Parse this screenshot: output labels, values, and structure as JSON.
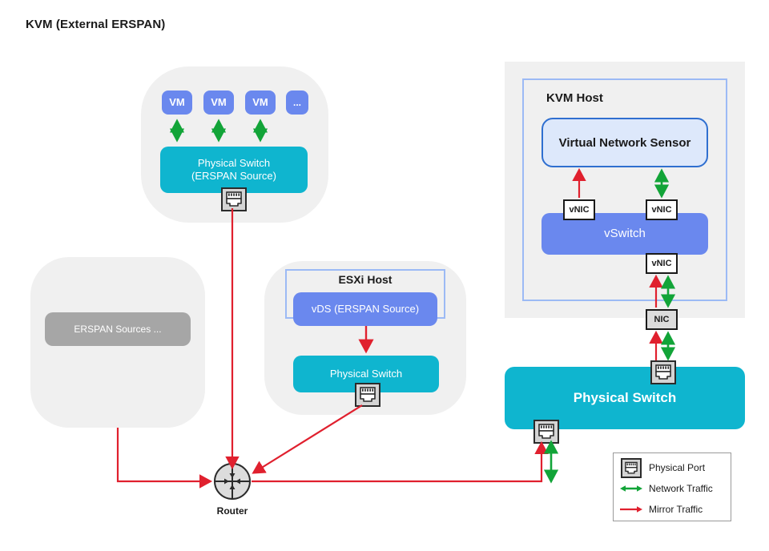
{
  "title": "KVM (External ERSPAN)",
  "colors": {
    "cyan": "#0fb5cf",
    "blue": "#6a88ee",
    "grey_node": "#a6a6a6",
    "panel_grey": "#f0f0f0",
    "sensor_fill": "#dde8fb",
    "sensor_border": "#2f6fd0",
    "host_border": "#9cbaf5",
    "network_traffic_green": "#12a438",
    "mirror_traffic_red": "#e0202e",
    "port_fill": "#d4d4d4",
    "port_border": "#2b2b2b"
  },
  "kvm_group": {
    "vms": [
      {
        "label": "VM"
      },
      {
        "label": "VM"
      },
      {
        "label": "VM"
      },
      {
        "label": "..."
      }
    ],
    "switch": {
      "line1": "Physical Switch",
      "line2": "(ERSPAN Source)"
    },
    "port_name": "physical-port"
  },
  "erspan_group": {
    "box_label": "ERSPAN Sources ..."
  },
  "esxi_group": {
    "host_label": "ESXi Host",
    "vds_label": "vDS (ERSPAN Source)",
    "switch_label": "Physical Switch",
    "port_name": "physical-port"
  },
  "kvm_host": {
    "host_label": "KVM Host",
    "sensor_label": "Virtual Network Sensor",
    "vswitch_label": "vSwitch",
    "vnic_left_label": "vNIC",
    "vnic_right_label": "vNIC",
    "vnic_bottom_label": "vNIC",
    "nic_label": "NIC"
  },
  "bottom_switch": {
    "label": "Physical Switch"
  },
  "router": {
    "label": "Router"
  },
  "legend": {
    "items": [
      {
        "icon": "physical-port-icon",
        "label": "Physical Port"
      },
      {
        "icon": "double-arrow-green-icon",
        "label": "Network Traffic"
      },
      {
        "icon": "single-arrow-red-icon",
        "label": "Mirror Traffic"
      }
    ]
  }
}
